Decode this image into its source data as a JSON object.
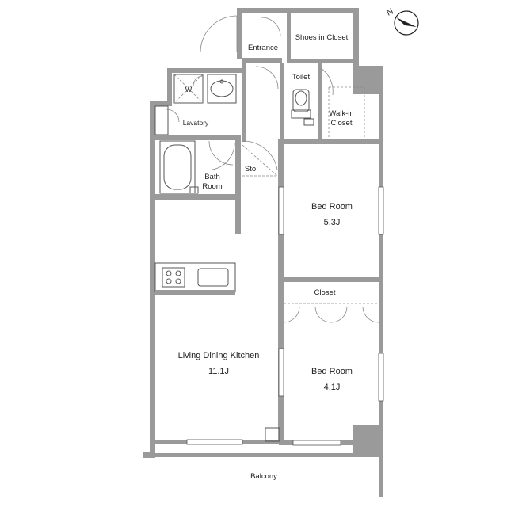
{
  "rooms": {
    "entrance": "Entrance",
    "shoes_closet": "Shoes in Closet",
    "toilet": "Toilet",
    "walkin_closet_line1": "Walk-in",
    "walkin_closet_line2": "Closet",
    "lavatory": "Lavatory",
    "washer": "W",
    "bath_line1": "Bath",
    "bath_line2": "Room",
    "storage": "Sto",
    "bedroom1_name": "Bed Room",
    "bedroom1_size": "5.3J",
    "closet": "Closet",
    "ldk_name": "Living Dining Kitchen",
    "ldk_size": "11.1J",
    "bedroom2_name": "Bed Room",
    "bedroom2_size": "4.1J",
    "balcony": "Balcony"
  },
  "compass": {
    "label": "N",
    "icon": "north-arrow-icon"
  },
  "colors": {
    "wall": "#9a9a9a",
    "line": "#555555",
    "background": "#ffffff"
  }
}
